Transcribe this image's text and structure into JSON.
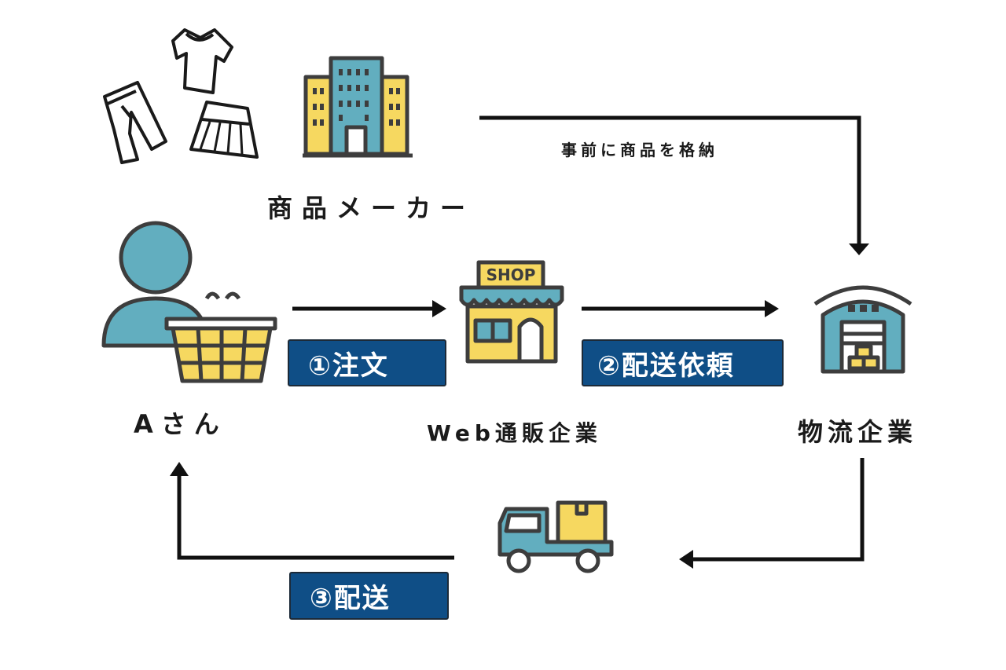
{
  "colors": {
    "navy": "#0f4e86",
    "teal": "#62aebf",
    "yellow": "#f6d860",
    "outline": "#3d3d3d",
    "arrow": "#111111"
  },
  "nodes": {
    "maker": {
      "label": "商品メーカー",
      "icon": "office-building-icon"
    },
    "clothes": {
      "icon": "clothing-icon"
    },
    "customer": {
      "label": "Aさん",
      "icon": "person-with-basket-icon"
    },
    "shop": {
      "label": "Web通販企業",
      "icon": "shop-icon",
      "sign": "SHOP"
    },
    "logistics": {
      "label": "物流企業",
      "icon": "warehouse-icon"
    },
    "truck": {
      "icon": "delivery-truck-icon"
    }
  },
  "flows": {
    "storage_note": "事前に商品を格納",
    "step1": "①注文",
    "step2": "②配送依頼",
    "step3": "③配送"
  }
}
